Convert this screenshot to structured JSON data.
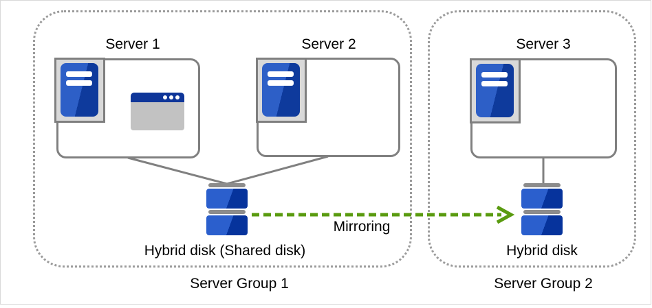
{
  "diagram": {
    "group1": {
      "label": "Server Group 1",
      "servers": [
        {
          "label": "Server 1",
          "application_label": "Application"
        },
        {
          "label": "Server 2"
        }
      ],
      "disk_label": "Hybrid disk (Shared disk)"
    },
    "group2": {
      "label": "Server Group 2",
      "servers": [
        {
          "label": "Server 3"
        }
      ],
      "disk_label": "Hybrid disk"
    },
    "mirroring_label": "Mirroring",
    "colors": {
      "box_border_gray": "#808080",
      "group_dotted_gray": "#9b9b9b",
      "icon_frame_fill": "#d9d9d9",
      "server_blue_light": "#2d5fc7",
      "server_blue_dark": "#0e3a9c",
      "disk_blue_light": "#2b5fcd",
      "disk_blue_dark": "#06339c",
      "disk_bar_gray": "#8c8c8c",
      "app_titlebar_blue": "#0f3699",
      "app_body_gray": "#c2c2c2",
      "mirroring_green": "#5a9b10"
    }
  }
}
